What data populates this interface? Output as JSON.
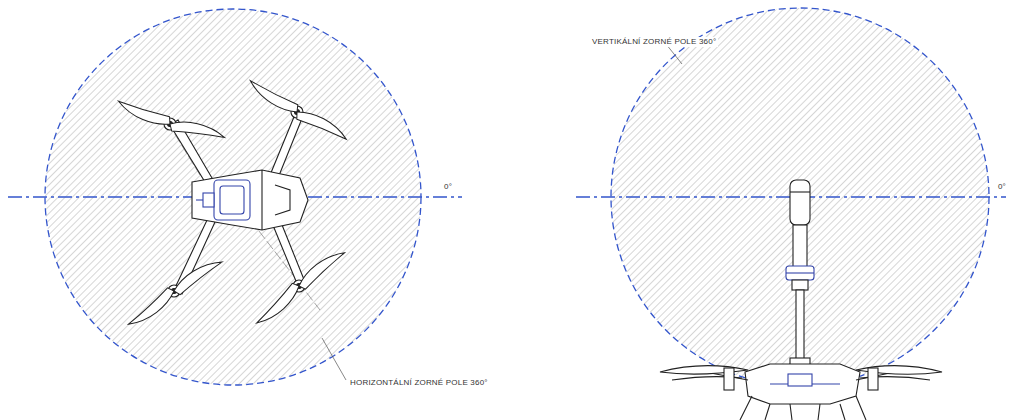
{
  "diagram": {
    "labels": [
      "VERTIKÁLNÍ ZORNÉ POLE 360°",
      "0°",
      "0°",
      "HORIZONTÁLNÍ ZORNÉ POLE 360°"
    ]
  }
}
